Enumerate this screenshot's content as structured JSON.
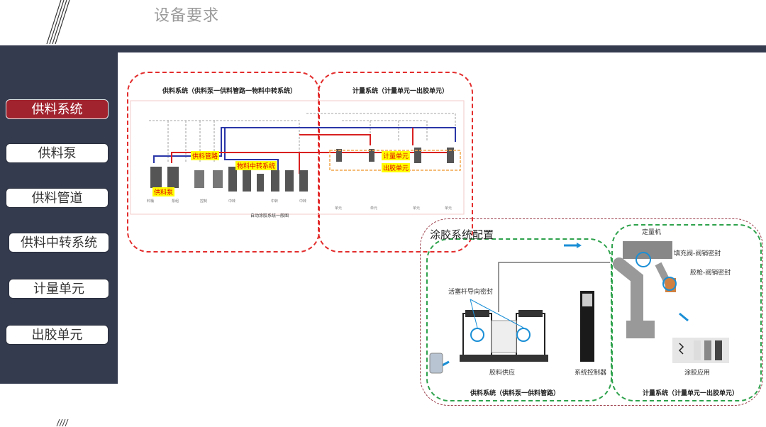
{
  "header": {
    "title": "设备要求"
  },
  "sidebar": {
    "items": [
      {
        "label": "供料系统"
      },
      {
        "label": "供料泵"
      },
      {
        "label": "供料管道"
      },
      {
        "label": "供料中转系统"
      },
      {
        "label": "计量单元"
      },
      {
        "label": "出胶单元"
      }
    ]
  },
  "top_diagram": {
    "left_caption": "供料系统（供料泵一供料管路一物料中转系统）",
    "right_caption": "计量系统（计量单元一出胶单元）",
    "highlights": {
      "pipeline": "供料管路",
      "transfer": "物料中转系统",
      "pump": "供料泵",
      "metering": "计量单元",
      "dispensing": "出胶单元"
    },
    "bottom_caption": "自动涂胶系统一般图"
  },
  "bottom_diagram": {
    "title": "涂胶系统配置",
    "labels": {
      "doser": "定量机",
      "fill_valve": "填充阀-阀销密封",
      "gun": "胶枪-阀销密封",
      "piston": "活塞杆导向密封",
      "supply": "胶料供应",
      "controller": "系统控制器",
      "application": "涂胶应用"
    },
    "left_caption": "供料系统（供料泵一供料管路）",
    "right_caption": "计量系统（计量单元一出胶单元）"
  },
  "colors": {
    "sidebar": "#343b4f",
    "active": "#a0232e",
    "red_dash": "#e32d2d",
    "green_dash": "#2ea24c"
  }
}
